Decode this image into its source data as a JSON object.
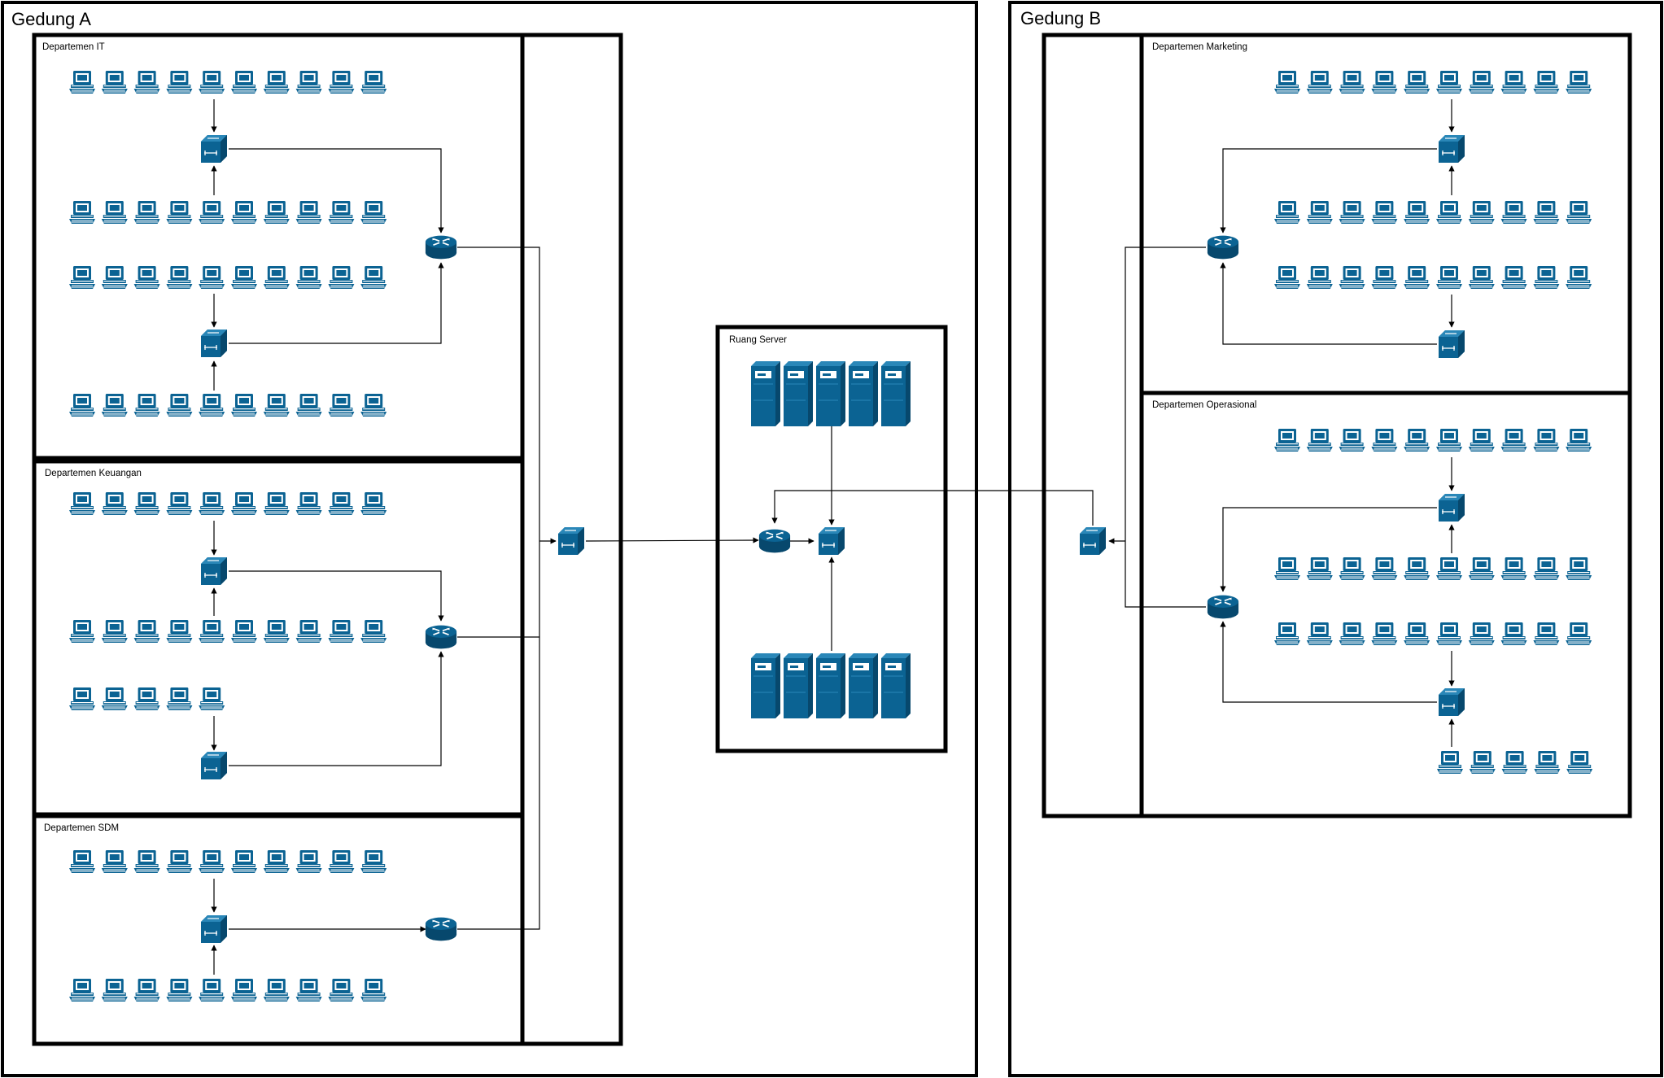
{
  "diagram": {
    "title": "",
    "colors": {
      "device": "#0b6393",
      "device_dark": "#07486d",
      "line": "#000000",
      "background": "#ffffff"
    },
    "icons": [
      "pc-icon",
      "switch-icon",
      "router-icon",
      "server-icon"
    ],
    "buildings": [
      {
        "id": "gedung-a",
        "label": "Gedung A"
      },
      {
        "id": "gedung-b",
        "label": "Gedung B"
      }
    ],
    "departments": [
      {
        "id": "it",
        "label": "Departemen IT",
        "building": "gedung-a"
      },
      {
        "id": "keuangan",
        "label": "Departemen Keuangan",
        "building": "gedung-a"
      },
      {
        "id": "sdm",
        "label": "Departemen SDM",
        "building": "gedung-a"
      },
      {
        "id": "marketing",
        "label": "Departemen Marketing",
        "building": "gedung-b"
      },
      {
        "id": "operasional",
        "label": "Departemen Operasional",
        "building": "gedung-b"
      }
    ],
    "server_room": {
      "id": "ruang-server",
      "label": "Ruang Server",
      "servers_per_rack": [
        5,
        5
      ]
    }
  }
}
